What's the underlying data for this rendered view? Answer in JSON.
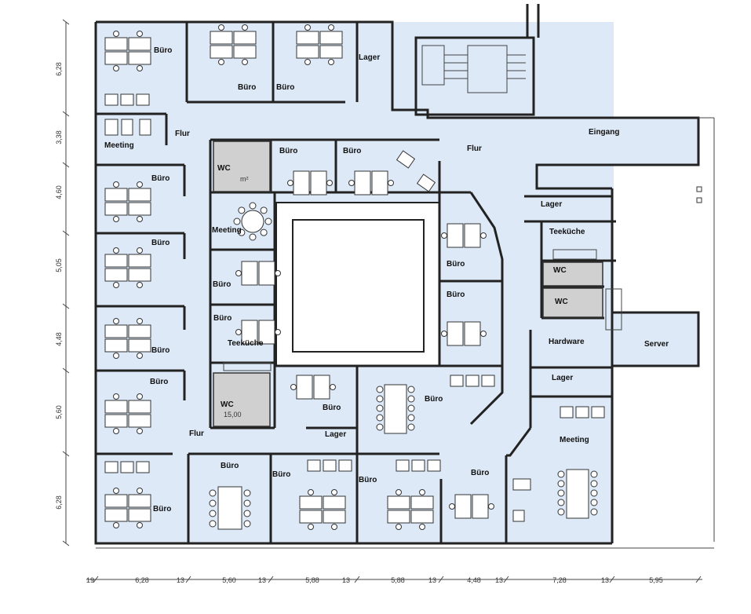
{
  "rooms": {
    "buero": "Büro",
    "lager": "Lager",
    "meeting": "Meeting",
    "flur": "Flur",
    "wc": "WC",
    "teekueche": "Teeküche",
    "eingang": "Eingang",
    "hardware": "Hardware",
    "server": "Server"
  },
  "annotations": {
    "wc_area": "15,00",
    "small_mark": "m²"
  },
  "dims_bottom": [
    "19",
    "6,28",
    "13",
    "5,60",
    "13",
    "5,88",
    "13",
    "5,88",
    "13",
    "4,48",
    "13",
    "7,28",
    "13",
    "5,95"
  ],
  "dims_left": [
    "6,28",
    "3,38",
    "4,60",
    "5,05",
    "4,48",
    "5,60",
    "6,28"
  ],
  "colors": {
    "room_fill": "#dde9f7",
    "wall": "#222222",
    "wc_fill": "#d0d0d0"
  }
}
